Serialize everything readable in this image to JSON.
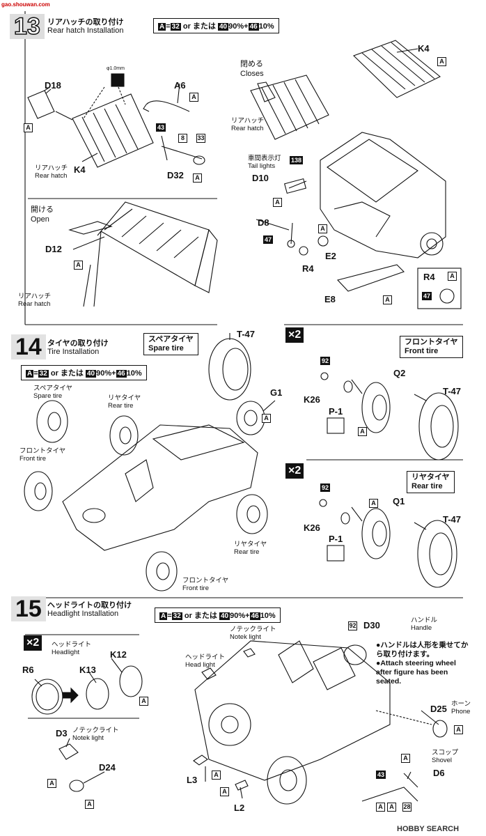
{
  "watermark_top": "gao.shouwan.com",
  "watermark_bottom": "HOBBY SEARCH",
  "paint_mix": {
    "part1": "A",
    "eq": "=",
    "n1": "32",
    "or": "or または",
    "n2": "40",
    "p2": "90%+",
    "n3": "46",
    "p3": "10%"
  },
  "step13": {
    "number": "13",
    "title_jp": "リアハッチの取り付け",
    "title_en": "Rear hatch Installation",
    "labels": {
      "d18": "D18",
      "a6": "A6",
      "k4a": "K4",
      "k4b": "K4",
      "d32": "D32",
      "d12": "D12",
      "d10": "D10",
      "d8": "D8",
      "e2": "E2",
      "r4": "R4",
      "e8": "E8",
      "r4box": "R4",
      "p8": "8",
      "p33": "33",
      "p43": "43",
      "p47": "47",
      "p47b": "47",
      "p138": "138",
      "drill": "φ1.0mm"
    },
    "captions": {
      "rear_hatch_jp": "リアハッチ",
      "rear_hatch_en": "Rear hatch",
      "open_jp": "開ける",
      "open_en": "Open",
      "close_jp": "閉める",
      "close_en": "Closes",
      "rear_hatch2_jp": "リアハッチ",
      "rear_hatch2_en": "Rear hatch",
      "rear_hatch3_jp": "リアハッチ",
      "rear_hatch3_en": "Rear hatch",
      "tail_jp": "車間表示灯",
      "tail_en": "Tail lights"
    }
  },
  "step14": {
    "number": "14",
    "title_jp": "タイヤの取り付け",
    "title_en": "Tire Installation",
    "spare_box_jp": "スペアタイヤ",
    "spare_box_en": "Spare tire",
    "front_box_jp": "フロントタイヤ",
    "front_box_en": "Front tire",
    "rear_box_jp": "リヤタイヤ",
    "rear_box_en": "Rear tire",
    "x2a": "×2",
    "x2b": "×2",
    "labels": {
      "t47a": "T-47",
      "g1": "G1",
      "q2": "Q2",
      "t47b": "T-47",
      "k26a": "K26",
      "p1a": "P-1",
      "q1": "Q1",
      "t47c": "T-47",
      "k26b": "K26",
      "p1b": "P-1",
      "p92a": "92",
      "p92b": "92"
    },
    "captions": {
      "spare_jp": "スペアタイヤ",
      "spare_en": "Spare tire",
      "rear_jp": "リヤタイヤ",
      "rear_en": "Rear tire",
      "front_jp": "フロントタイヤ",
      "front_en": "Front tire",
      "rear2_jp": "リヤタイヤ",
      "rear2_en": "Rear tire",
      "front2_jp": "フロントタイヤ",
      "front2_en": "Front tire"
    }
  },
  "step15": {
    "number": "15",
    "title_jp": "ヘッドライトの取り付け",
    "title_en": "Headlight Installation",
    "x2": "×2",
    "labels": {
      "r6": "R6",
      "k13": "K13",
      "k12": "K12",
      "d3": "D3",
      "d24": "D24",
      "d30": "D30",
      "d25": "D25",
      "d6": "D6",
      "l3": "L3",
      "l2": "L2",
      "p92": "92",
      "p43": "43",
      "p28": "28"
    },
    "captions": {
      "headlight_jp": "ヘッドライト",
      "headlight_en": "Headlight",
      "notek_jp": "ノテックライト",
      "notek_en": "Notek light",
      "notek2_jp": "ノテックライト",
      "notek2_en": "Notek light",
      "headlight2_jp": "ヘッドライト",
      "headlight2_en": "Head light",
      "handle_jp": "ハンドル",
      "handle_en": "Handle",
      "horn_jp": "ホーン",
      "horn_en": "Phone",
      "shovel_jp": "スコップ",
      "shovel_en": "Shovel"
    },
    "note_jp": "●ハンドルは人形を乗せてから取り付けます。",
    "note_en": "●Attach steering wheel after figure has been seated."
  },
  "colors": {
    "ink": "#111111",
    "step_bg": "#e2e2e2"
  }
}
